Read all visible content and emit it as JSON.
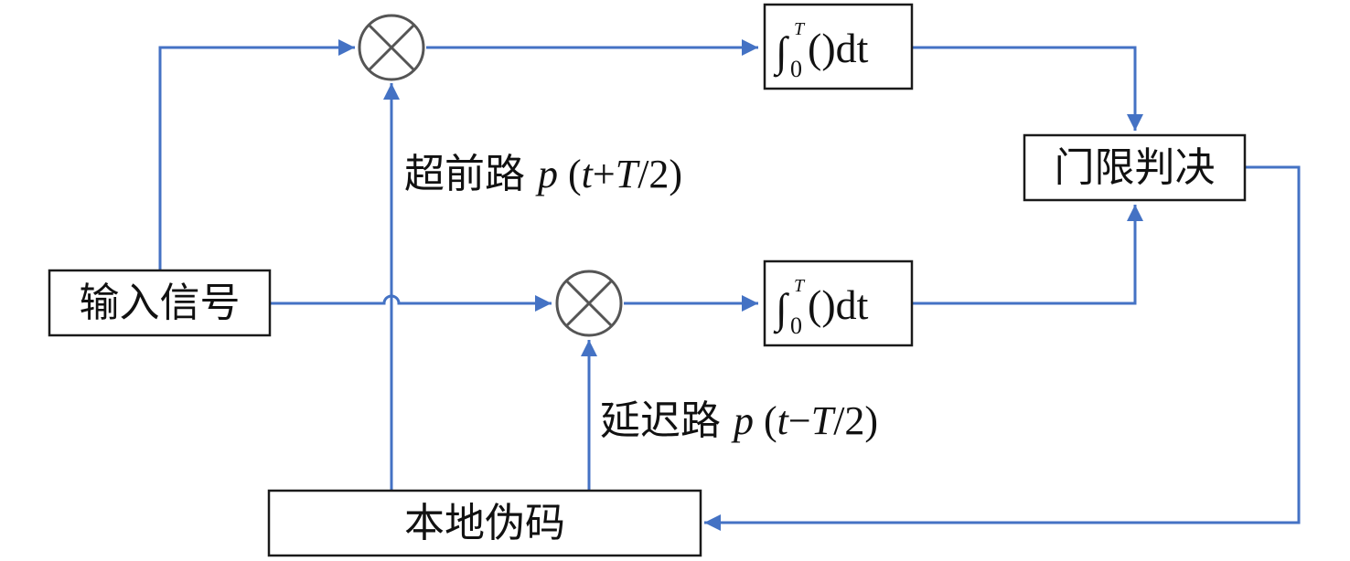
{
  "diagram": {
    "type": "block-diagram",
    "colors": {
      "wire": "#4472c4",
      "box_border": "#1a1a1a",
      "mixer": "#555555",
      "text": "#111111"
    },
    "blocks": {
      "input_signal": {
        "label": "输入信号"
      },
      "local_pn_code": {
        "label": "本地伪码"
      },
      "threshold_decision": {
        "label": "门限判决"
      },
      "integrator_early": {
        "label_main": "∫",
        "sup": "T",
        "sub": "0",
        "tail": "()dt"
      },
      "integrator_late": {
        "label_main": "∫",
        "sup": "T",
        "sub": "0",
        "tail": "()dt"
      }
    },
    "mixers": {
      "early": {
        "symbol": "⊗"
      },
      "late": {
        "symbol": "⊗"
      }
    },
    "annotations": {
      "early_path": {
        "cn": "超前路 ",
        "p": "p",
        "expr": " (",
        "t": "t",
        "op": "+",
        "T": "T",
        "rest": "/2)"
      },
      "late_path": {
        "cn": "延迟路 ",
        "p": "p",
        "expr": " (",
        "t": "t",
        "op": "−",
        "T": "T",
        "rest": "/2)"
      }
    },
    "connections": [
      {
        "from": "input_signal",
        "to": "mixer_early"
      },
      {
        "from": "input_signal",
        "to": "mixer_late",
        "crossover": "jump over early-path line"
      },
      {
        "from": "local_pn_code",
        "to": "mixer_early",
        "label": "early_path"
      },
      {
        "from": "local_pn_code",
        "to": "mixer_late",
        "label": "late_path"
      },
      {
        "from": "mixer_early",
        "to": "integrator_early"
      },
      {
        "from": "mixer_late",
        "to": "integrator_late"
      },
      {
        "from": "integrator_early",
        "to": "threshold_decision"
      },
      {
        "from": "integrator_late",
        "to": "threshold_decision"
      },
      {
        "from": "threshold_decision",
        "to": "local_pn_code",
        "note": "feedback"
      }
    ]
  }
}
